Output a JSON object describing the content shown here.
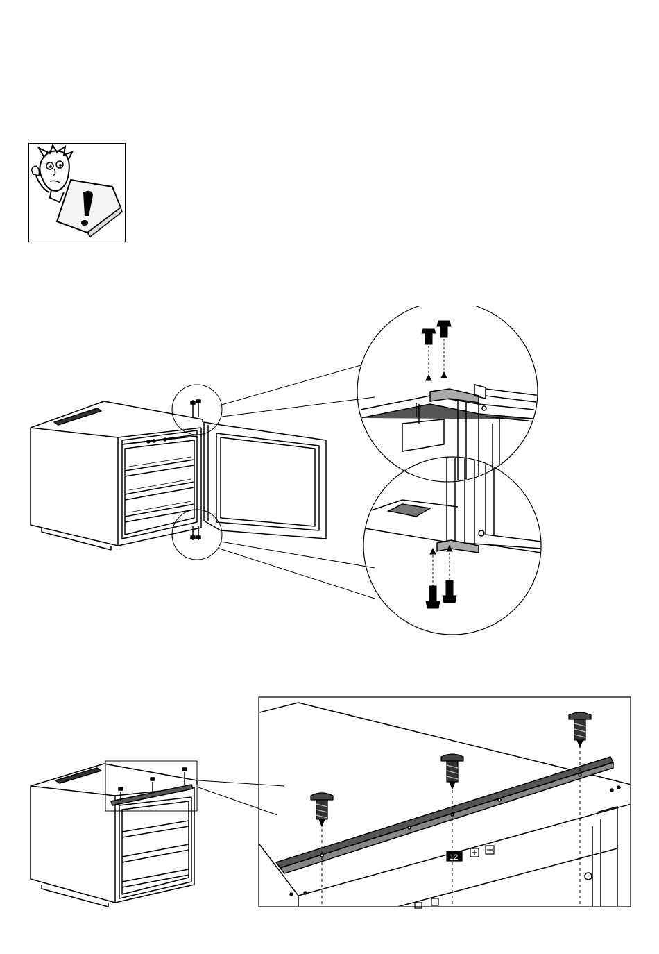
{
  "page": {
    "background": "#ffffff",
    "line_color": "#000000",
    "rail_fill": "#555555"
  },
  "warning": {
    "icon": "cartoon-man-exclamation-icon"
  },
  "figures": [
    {
      "id": "door-hinge-removal",
      "icon": "wine-cooler-open-door-illustration"
    },
    {
      "id": "top-rail-mounting",
      "icon": "wine-cooler-top-rail-illustration"
    }
  ],
  "control_panel": {
    "display": "12"
  }
}
